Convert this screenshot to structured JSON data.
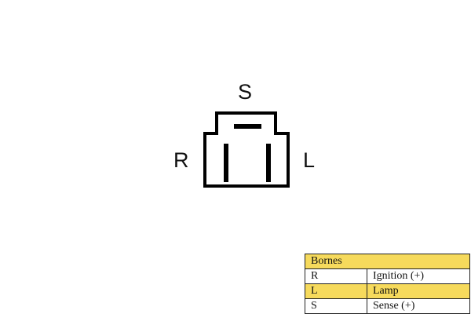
{
  "connector": {
    "labels": {
      "top": "S",
      "left": "R",
      "right": "L"
    },
    "stroke_color": "#000000"
  },
  "legend": {
    "header": "Bornes",
    "highlight_color": "#f6da5c",
    "rows": [
      {
        "terminal": "R",
        "description": "Ignition (+)",
        "highlight": false
      },
      {
        "terminal": "L",
        "description": "Lamp",
        "highlight": true
      },
      {
        "terminal": "S",
        "description": "Sense (+)",
        "highlight": false
      }
    ]
  }
}
